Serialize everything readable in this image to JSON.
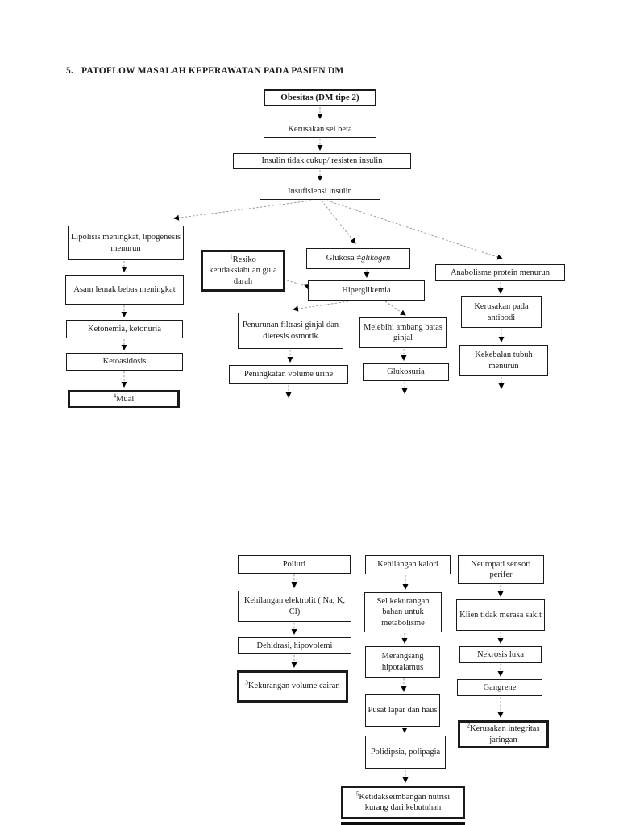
{
  "page": {
    "title_number": "5.",
    "title": "PATOFLOW MASALAH KEPERAWATAN PADA PASIEN DM"
  },
  "boxes": {
    "obesitas": {
      "text": "Obesitas (DM tipe 2)"
    },
    "kerusakan_sel_beta": {
      "text": "Kerusakan sel beta"
    },
    "insulin_tidak_cukup": {
      "text": "Insulin tidak cukup/ resisten insulin"
    },
    "insufisiensi": {
      "text": "Insufisiensi insulin"
    },
    "lipolisis": {
      "text": "Lipolisis meningkat, lipogenesis menurun"
    },
    "asam_lemak": {
      "text": "Asam lemak bebas meningkat"
    },
    "ketonemia": {
      "text": "Ketonemia, ketonuria"
    },
    "ketoasidosis": {
      "text": "Ketoasidosis"
    },
    "mual": {
      "sup": "4",
      "text": "Mual"
    },
    "resiko_gula": {
      "sup": "1",
      "text": "Resiko ketidakstabilan gula darah"
    },
    "glukosa": {
      "text": "Glukosa ≠",
      "italic": "glikogen"
    },
    "hiperglikemia": {
      "text": "Hiperglikemia"
    },
    "penurunan_filtrasi": {
      "text": "Penurunan filtrasi ginjal dan dieresis osmotik"
    },
    "melebihi_ambang": {
      "text": "Melebihi ambang batas ginjal"
    },
    "peningkatan_urine": {
      "text": "Peningkatan volume urine"
    },
    "glukosuria": {
      "text": "Glukosuria"
    },
    "anabolisme": {
      "text": "Anabolisme protein menurun"
    },
    "kerusakan_antibodi": {
      "text": "Kerusakan pada antibodi"
    },
    "kekebalan": {
      "text": "Kekebalan tubuh menurun"
    },
    "poliuri": {
      "text": "Poliuri"
    },
    "kehilangan_elektrolit": {
      "text": "Kehilangan elektrolit ( Na, K, Cl)"
    },
    "dehidrasi": {
      "text": "Dehidrasi, hipovolemi"
    },
    "kekurangan_cairan": {
      "sup": "3",
      "text": "Kekurangan volume cairan"
    },
    "kehilangan_kalori": {
      "text": "Kehilangan kalori"
    },
    "sel_kekurangan": {
      "text": "Sel kekurangan bahan untuk metabolisme"
    },
    "merangsang": {
      "text": "Merangsang hipotalamus"
    },
    "pusat_lapar": {
      "text": "Pusat lapar dan haus"
    },
    "polidipsia": {
      "text": "Polidipsia, polipagia"
    },
    "ketidakseimbangan": {
      "sup": "5",
      "text": "Ketidakseimbangan nutrisi kurang dari kebutuhan"
    },
    "neuropati": {
      "text": "Neuropati sensori perifer"
    },
    "klien_tidak_merasa": {
      "text": "Klien tidak merasa sakit"
    },
    "nekrosis": {
      "text": "Nekrosis luka"
    },
    "gangrene": {
      "text": "Gangrene"
    },
    "kerusakan_integritas": {
      "sup": "2",
      "text": "Kerusakan integritas jaringan"
    }
  },
  "colors": {
    "page_bg": "#ffffff",
    "box_border": "#1a1a1a",
    "arrow_line": "#8f8f8f",
    "arrow_head": "#000000"
  }
}
